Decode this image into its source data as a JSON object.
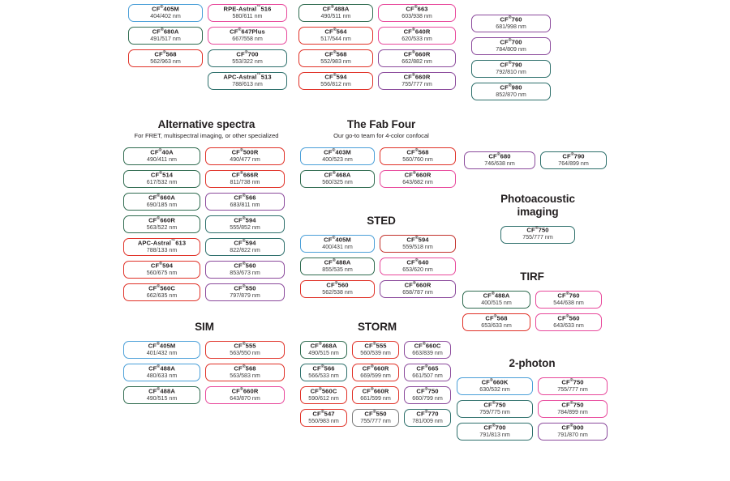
{
  "meta": {
    "doc_kind": "fluorescent-dye-selection-chart"
  },
  "palette": {
    "blue": "#4a9fd8",
    "green": "#2f6b4f",
    "red": "#e03127",
    "pink": "#e8489b",
    "magenta": "#e0569f",
    "purple": "#8b4a9c",
    "teal": "#2d6f6b",
    "darkred": "#c2312b",
    "grey": "#7d7d7d"
  },
  "sections": [
    {
      "id": "top-left",
      "title": "",
      "subtitle": "",
      "columns": [
        {
          "cards": [
            {
              "name": "CF",
              "reg": "®",
              "code": "405M",
              "wl": "404/402 nm",
              "color": "blue"
            },
            {
              "name": "CF",
              "reg": "®",
              "code": "680A",
              "wl": "491/517 nm",
              "color": "green"
            },
            {
              "name": "CF",
              "reg": "®",
              "code": "568",
              "wl": "562/963 nm",
              "color": "red"
            }
          ]
        },
        {
          "cards": [
            {
              "name": "RPE-Astral",
              "reg": "™",
              "code": "516",
              "wl": "580/611 nm",
              "color": "pink"
            },
            {
              "name": "CF",
              "reg": "®",
              "code": "647Plus",
              "wl": "667/558 nm",
              "color": "pink"
            },
            {
              "name": "CF",
              "reg": "®",
              "code": "700",
              "wl": "553/322 nm",
              "color": "teal"
            },
            {
              "name": "APC-Astral",
              "reg": "™",
              "code": "513",
              "wl": "788/613 nm",
              "color": "teal"
            }
          ]
        }
      ]
    },
    {
      "id": "top-mid",
      "title": "",
      "subtitle": "",
      "columns": [
        {
          "cards": [
            {
              "name": "CF",
              "reg": "®",
              "code": "488A",
              "wl": "490/511 nm",
              "color": "green"
            },
            {
              "name": "CF",
              "reg": "®",
              "code": "564",
              "wl": "517/544 nm",
              "color": "red"
            },
            {
              "name": "CF",
              "reg": "®",
              "code": "568",
              "wl": "552/983 nm",
              "color": "red"
            },
            {
              "name": "CF",
              "reg": "®",
              "code": "594",
              "wl": "556/812 nm",
              "color": "red"
            }
          ]
        },
        {
          "cards": [
            {
              "name": "CF",
              "reg": "®",
              "code": "663",
              "wl": "603/938 nm",
              "color": "pink"
            },
            {
              "name": "CF",
              "reg": "®",
              "code": "640R",
              "wl": "620/533 nm",
              "color": "pink"
            },
            {
              "name": "CF",
              "reg": "®",
              "code": "660R",
              "wl": "662/882 nm",
              "color": "purple"
            },
            {
              "name": "CF",
              "reg": "®",
              "code": "660R",
              "wl": "755/777 nm",
              "color": "purple"
            }
          ]
        }
      ]
    },
    {
      "id": "top-right",
      "title": "",
      "subtitle": "",
      "columns": [
        {
          "cards": [
            {
              "name": "CF",
              "reg": "®",
              "code": "760",
              "wl": "681/998 nm",
              "color": "purple"
            },
            {
              "name": "CF",
              "reg": "®",
              "code": "700",
              "wl": "784/809 nm",
              "color": "purple"
            },
            {
              "name": "CF",
              "reg": "®",
              "code": "790",
              "wl": "792/810 nm",
              "color": "teal"
            },
            {
              "name": "CF",
              "reg": "®",
              "code": "980",
              "wl": "852/870 nm",
              "color": "teal"
            }
          ]
        }
      ]
    },
    {
      "id": "alternative-spectra",
      "title": "Alternative spectra",
      "subtitle": "For FRET, multispectral imaging, or other specialized",
      "columns": [
        {
          "cards": [
            {
              "name": "CF",
              "reg": "®",
              "code": "40A",
              "wl": "490/411 nm",
              "color": "green"
            },
            {
              "name": "CF",
              "reg": "®",
              "code": "514",
              "wl": "617/532 nm",
              "color": "green"
            },
            {
              "name": "CF",
              "reg": "®",
              "code": "660A",
              "wl": "690/185 nm",
              "color": "green"
            },
            {
              "name": "CF",
              "reg": "®",
              "code": "660R",
              "wl": "563/522 nm",
              "color": "green"
            },
            {
              "name": "APC-Astral",
              "reg": "™",
              "code": "613",
              "wl": "788/133 nm",
              "color": "red"
            },
            {
              "name": "CF",
              "reg": "®",
              "code": "594",
              "wl": "560/675 nm",
              "color": "red"
            },
            {
              "name": "CF",
              "reg": "®",
              "code": "560C",
              "wl": "662/635 nm",
              "color": "red"
            }
          ]
        },
        {
          "cards": [
            {
              "name": "CF",
              "reg": "®",
              "code": "500R",
              "wl": "490/477 nm",
              "color": "red"
            },
            {
              "name": "CF",
              "reg": "®",
              "code": "666R",
              "wl": "811/738 nm",
              "color": "red"
            },
            {
              "name": "CF",
              "reg": "®",
              "code": "566",
              "wl": "683/811 nm",
              "color": "purple"
            },
            {
              "name": "CF",
              "reg": "®",
              "code": "594",
              "wl": "555/852 nm",
              "color": "teal"
            },
            {
              "name": "CF",
              "reg": "®",
              "code": "594",
              "wl": "822/822 nm",
              "color": "teal"
            },
            {
              "name": "CF",
              "reg": "®",
              "code": "560",
              "wl": "853/673 nm",
              "color": "purple"
            },
            {
              "name": "CF",
              "reg": "®",
              "code": "550",
              "wl": "797/879 nm",
              "color": "purple"
            }
          ]
        }
      ]
    },
    {
      "id": "fab-four",
      "title": "The Fab Four",
      "subtitle": "Our go-to team for 4-color confocal",
      "columns": [
        {
          "cards": [
            {
              "name": "CF",
              "reg": "®",
              "code": "403M",
              "wl": "400/523 nm",
              "color": "blue"
            },
            {
              "name": "CF",
              "reg": "®",
              "code": "468A",
              "wl": "560/325 nm",
              "color": "green"
            }
          ]
        },
        {
          "cards": [
            {
              "name": "CF",
              "reg": "®",
              "code": "568",
              "wl": "560/760 nm",
              "color": "red"
            },
            {
              "name": "CF",
              "reg": "®",
              "code": "660R",
              "wl": "643/682 nm",
              "color": "pink"
            }
          ]
        }
      ]
    },
    {
      "id": "sted",
      "title": "STED",
      "subtitle": "",
      "columns": [
        {
          "cards": [
            {
              "name": "CF",
              "reg": "®",
              "code": "405M",
              "wl": "400/431 nm",
              "color": "blue"
            },
            {
              "name": "CF",
              "reg": "®",
              "code": "488A",
              "wl": "855/535 nm",
              "color": "green"
            },
            {
              "name": "CF",
              "reg": "®",
              "code": "560",
              "wl": "562/538 nm",
              "color": "red"
            }
          ]
        },
        {
          "cards": [
            {
              "name": "CF",
              "reg": "®",
              "code": "594",
              "wl": "559/518 nm",
              "color": "darkred"
            },
            {
              "name": "CF",
              "reg": "®",
              "code": "640",
              "wl": "653/620 nm",
              "color": "pink"
            },
            {
              "name": "CF",
              "reg": "®",
              "code": "660R",
              "wl": "658/787 nm",
              "color": "purple"
            }
          ]
        }
      ]
    },
    {
      "id": "photoacoustic-top",
      "title": "",
      "subtitle": "",
      "columns": [
        {
          "cards": [
            {
              "name": "CF",
              "reg": "®",
              "code": "680",
              "wl": "746/638 nm",
              "color": "purple"
            }
          ]
        },
        {
          "cards": [
            {
              "name": "CF",
              "reg": "®",
              "code": "790",
              "wl": "764/899 nm",
              "color": "teal"
            }
          ]
        }
      ]
    },
    {
      "id": "photoacoustic",
      "title": "Photoacoustic imaging",
      "subtitle": "",
      "columns": [
        {
          "cards": [
            {
              "name": "CF",
              "reg": "®",
              "code": "750",
              "wl": "755/777 nm",
              "color": "teal"
            }
          ]
        }
      ]
    },
    {
      "id": "tirf",
      "title": "TIRF",
      "subtitle": "",
      "columns": [
        {
          "cards": [
            {
              "name": "CF",
              "reg": "®",
              "code": "488A",
              "wl": "400/515 nm",
              "color": "green"
            },
            {
              "name": "CF",
              "reg": "®",
              "code": "568",
              "wl": "653/633 nm",
              "color": "red"
            }
          ]
        },
        {
          "cards": [
            {
              "name": "CF",
              "reg": "®",
              "code": "760",
              "wl": "544/638 nm",
              "color": "pink"
            },
            {
              "name": "CF",
              "reg": "®",
              "code": "560",
              "wl": "643/633 nm",
              "color": "pink"
            }
          ]
        }
      ]
    },
    {
      "id": "two-photon",
      "title": "2-photon",
      "subtitle": "",
      "columns": [
        {
          "cards": [
            {
              "name": "CF",
              "reg": "®",
              "code": "660K",
              "wl": "630/532 nm",
              "color": "blue"
            },
            {
              "name": "CF",
              "reg": "®",
              "code": "750",
              "wl": "759/775 nm",
              "color": "teal"
            },
            {
              "name": "CF",
              "reg": "®",
              "code": "700",
              "wl": "791/813 nm",
              "color": "teal"
            }
          ]
        },
        {
          "cards": [
            {
              "name": "CF",
              "reg": "®",
              "code": "750",
              "wl": "755/777 nm",
              "color": "pink"
            },
            {
              "name": "CF",
              "reg": "®",
              "code": "750",
              "wl": "784/899 nm",
              "color": "pink"
            },
            {
              "name": "CF",
              "reg": "®",
              "code": "900",
              "wl": "791/870 nm",
              "color": "purple"
            }
          ]
        }
      ]
    },
    {
      "id": "sim",
      "title": "SIM",
      "subtitle": "",
      "columns": [
        {
          "cards": [
            {
              "name": "CF",
              "reg": "®",
              "code": "405M",
              "wl": "401/432 nm",
              "color": "blue"
            },
            {
              "name": "CF",
              "reg": "®",
              "code": "488A",
              "wl": "480/633 nm",
              "color": "blue"
            },
            {
              "name": "CF",
              "reg": "®",
              "code": "488A",
              "wl": "490/515 nm",
              "color": "green"
            }
          ]
        },
        {
          "cards": [
            {
              "name": "CF",
              "reg": "®",
              "code": "555",
              "wl": "563/550 nm",
              "color": "red"
            },
            {
              "name": "CF",
              "reg": "®",
              "code": "568",
              "wl": "563/583 nm",
              "color": "red"
            },
            {
              "name": "CF",
              "reg": "®",
              "code": "660R",
              "wl": "643/870 nm",
              "color": "pink"
            }
          ]
        }
      ]
    },
    {
      "id": "storm",
      "title": "STORM",
      "subtitle": "",
      "columns": [
        {
          "cards": [
            {
              "name": "CF",
              "reg": "®",
              "code": "468A",
              "wl": "490/515 nm",
              "color": "green"
            },
            {
              "name": "CF",
              "reg": "®",
              "code": "566",
              "wl": "566/533 nm",
              "color": "teal"
            },
            {
              "name": "CF",
              "reg": "®",
              "code": "560C",
              "wl": "590/612 nm",
              "color": "red"
            },
            {
              "name": "CF",
              "reg": "®",
              "code": "547",
              "wl": "550/983 nm",
              "color": "red"
            }
          ]
        },
        {
          "cards": [
            {
              "name": "CF",
              "reg": "®",
              "code": "555",
              "wl": "560/539 nm",
              "color": "red"
            },
            {
              "name": "CF",
              "reg": "®",
              "code": "660R",
              "wl": "669/599 nm",
              "color": "red"
            },
            {
              "name": "CF",
              "reg": "®",
              "code": "660R",
              "wl": "661/599 nm",
              "color": "red"
            },
            {
              "name": "CF",
              "reg": "®",
              "code": "550",
              "wl": "755/777 nm",
              "color": "grey"
            }
          ]
        },
        {
          "cards": [
            {
              "name": "CF",
              "reg": "®",
              "code": "660C",
              "wl": "663/839 nm",
              "color": "purple"
            },
            {
              "name": "CF",
              "reg": "®",
              "code": "665",
              "wl": "661/507 nm",
              "color": "purple"
            },
            {
              "name": "CF",
              "reg": "®",
              "code": "750",
              "wl": "660/799 nm",
              "color": "purple"
            },
            {
              "name": "CF",
              "reg": "®",
              "code": "770",
              "wl": "781/009 nm",
              "color": "teal"
            }
          ]
        }
      ]
    }
  ]
}
